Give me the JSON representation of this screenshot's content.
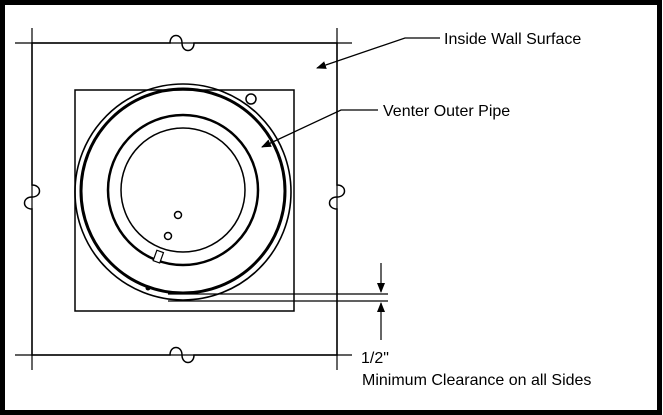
{
  "labels": {
    "inside_wall_surface": "Inside Wall Surface",
    "venter_outer_pipe": "Venter Outer Pipe",
    "clearance_value": "1/2\"",
    "clearance_note": "Minimum Clearance on all Sides"
  },
  "colors": {
    "line": "#000000",
    "background": "#ffffff"
  }
}
